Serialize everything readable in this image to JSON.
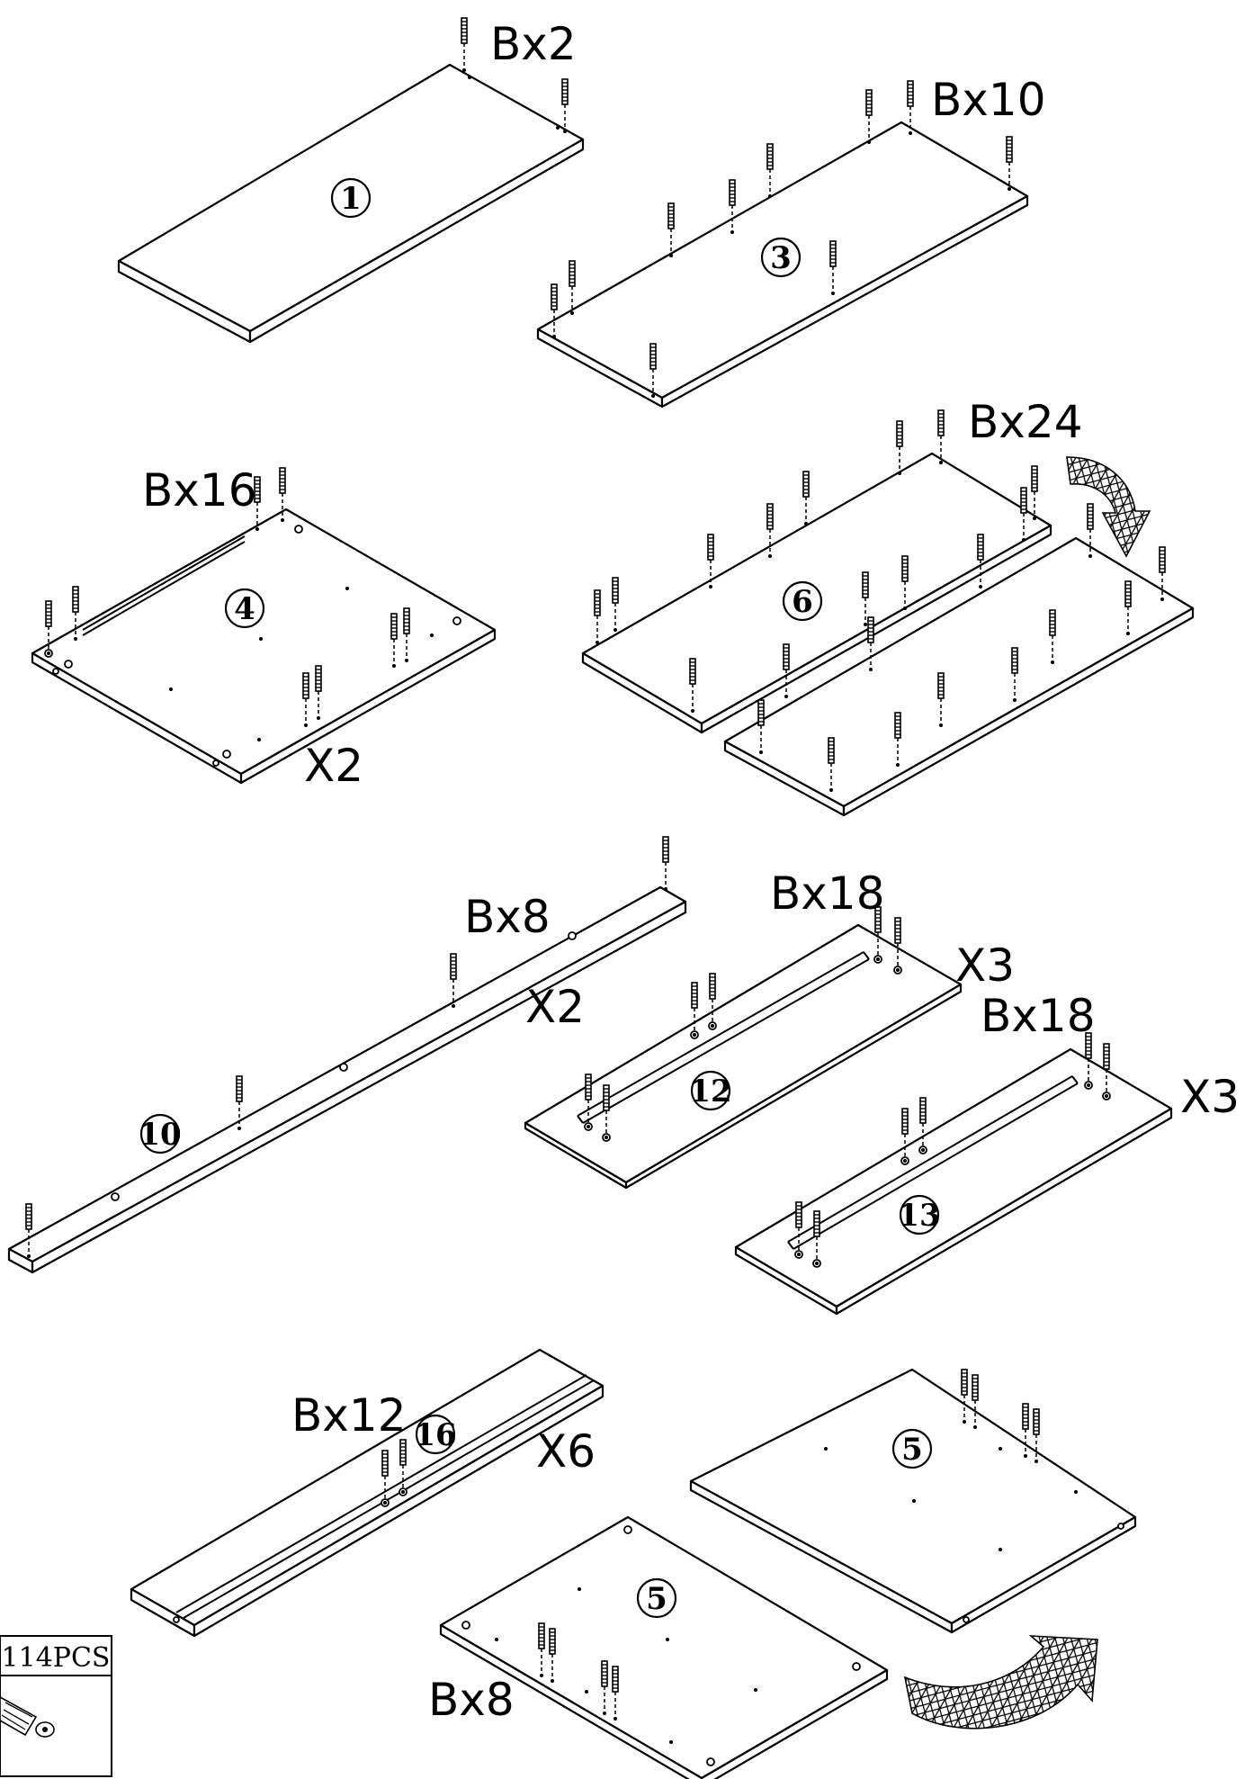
{
  "labels": {
    "p1_qty": "Bx2",
    "p3_qty": "Bx10",
    "p4_qty": "Bx16",
    "p4_mult": "X2",
    "p6_qty": "Bx24",
    "p10_qty": "Bx8",
    "p10_mult": "X2",
    "p12_qty": "Bx18",
    "p12_mult": "X3",
    "p13_qty": "Bx18",
    "p13_mult": "X3",
    "p16_qty": "Bx12",
    "p16_mult": "X6",
    "p5_qty": "Bx8"
  },
  "part_numbers": {
    "p1": "1",
    "p3": "3",
    "p4": "4",
    "p6": "6",
    "p10": "10",
    "p12": "12",
    "p13": "13",
    "p16": "16",
    "p5a": "5",
    "p5b": "5"
  },
  "hardware": {
    "count": "114PCS",
    "icon": "dowel-bag-icon"
  }
}
